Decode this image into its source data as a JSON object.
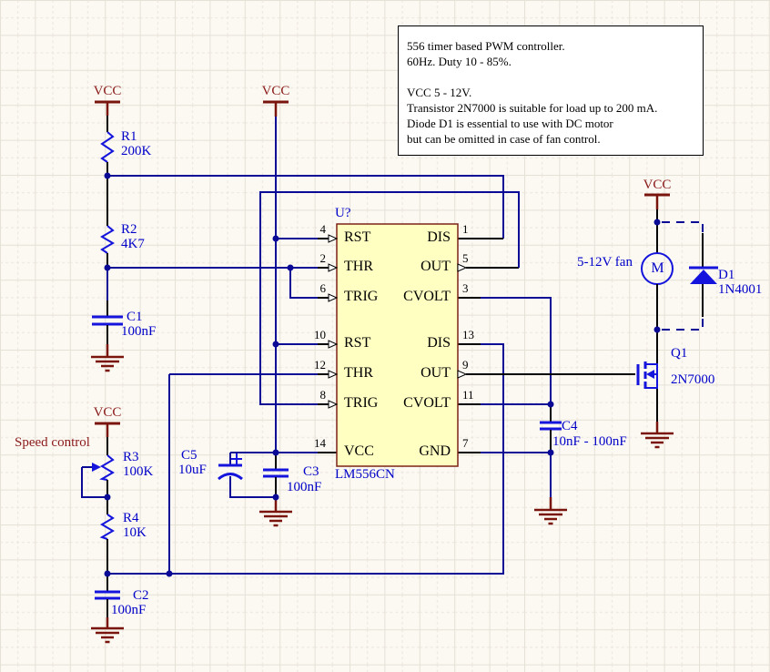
{
  "colors": {
    "wire": "#0A0A96",
    "component": "#1414DC",
    "label_text": "#0000C8",
    "power_symbol": "#7A150D",
    "power_text": "#8B1A1A",
    "ic_fill": "#FFFFC2",
    "ic_border": "#7D2216",
    "background": "#FBF9F2",
    "grid_line_solid": "#E6E1D7",
    "grid_line_dashed": "#EBE5DD",
    "note_bg": "#FFFFFF"
  },
  "power": {
    "vcc_label": "VCC"
  },
  "annotations": {
    "speed_control": "Speed control",
    "fan": "5-12V fan"
  },
  "note_box": {
    "lines": [
      "556 timer based PWM controller.",
      "60Hz. Duty 10 - 85%.",
      "",
      "VCC  5 - 12V.",
      "Transistor 2N7000 is suitable for load up to 200 mA.",
      "Diode D1 is essential to use with DC motor",
      "but can be omitted in case of fan control."
    ]
  },
  "ic": {
    "designator": "U?",
    "part_number": "LM556CN",
    "left_pins": [
      {
        "num": "4",
        "name": "RST"
      },
      {
        "num": "2",
        "name": "THR"
      },
      {
        "num": "6",
        "name": "TRIG"
      },
      {
        "num": "10",
        "name": "RST"
      },
      {
        "num": "12",
        "name": "THR"
      },
      {
        "num": "8",
        "name": "TRIG"
      },
      {
        "num": "14",
        "name": "VCC"
      }
    ],
    "right_pins": [
      {
        "num": "1",
        "name": "DIS"
      },
      {
        "num": "5",
        "name": "OUT"
      },
      {
        "num": "3",
        "name": "CVOLT"
      },
      {
        "num": "13",
        "name": "DIS"
      },
      {
        "num": "9",
        "name": "OUT"
      },
      {
        "num": "11",
        "name": "CVOLT"
      },
      {
        "num": "7",
        "name": "GND"
      }
    ]
  },
  "components": {
    "r1": {
      "ref": "R1",
      "value": "200K"
    },
    "r2": {
      "ref": "R2",
      "value": "4K7"
    },
    "r3": {
      "ref": "R3",
      "value": "100K"
    },
    "r4": {
      "ref": "R4",
      "value": "10K"
    },
    "c1": {
      "ref": "C1",
      "value": "100nF"
    },
    "c2": {
      "ref": "C2",
      "value": "100nF"
    },
    "c3": {
      "ref": "C3",
      "value": "100nF"
    },
    "c4": {
      "ref": "C4",
      "value": "10nF - 100nF"
    },
    "c5": {
      "ref": "C5",
      "value": "10uF"
    },
    "d1": {
      "ref": "D1",
      "value": "1N4001"
    },
    "q1": {
      "ref": "Q1",
      "value": "2N7000"
    },
    "motor": {
      "symbol": "M"
    }
  }
}
